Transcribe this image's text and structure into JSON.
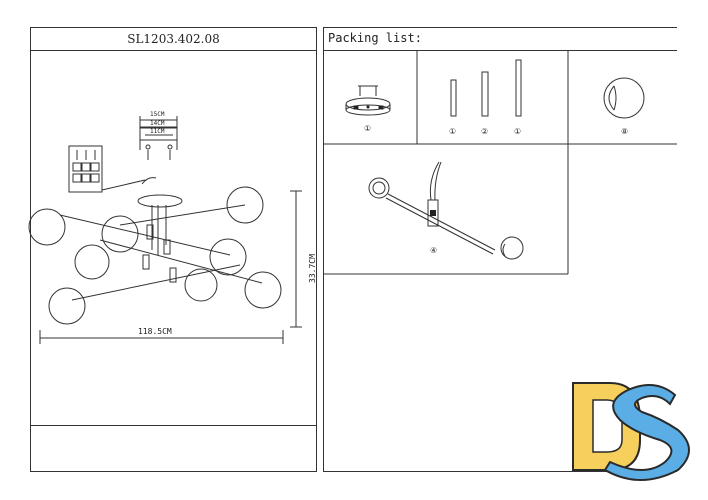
{
  "left_panel": {
    "model": "SL1203.402.08",
    "dims": {
      "d15": "15CM",
      "d14": "14CM",
      "d11": "11CM",
      "height": "33.7CM",
      "width": "118.5CM"
    }
  },
  "right_panel": {
    "title": "Packing list:",
    "items": [
      {
        "qty": "①"
      },
      {
        "qty": "①"
      },
      {
        "qty": "②"
      },
      {
        "qty": "①"
      },
      {
        "qty": "⑧"
      },
      {
        "qty": "④"
      }
    ]
  },
  "watermark": {
    "letters": "DS",
    "colors": {
      "d": "#f6cf5c",
      "s": "#5aaee5",
      "outline": "#2a2a2a"
    }
  }
}
